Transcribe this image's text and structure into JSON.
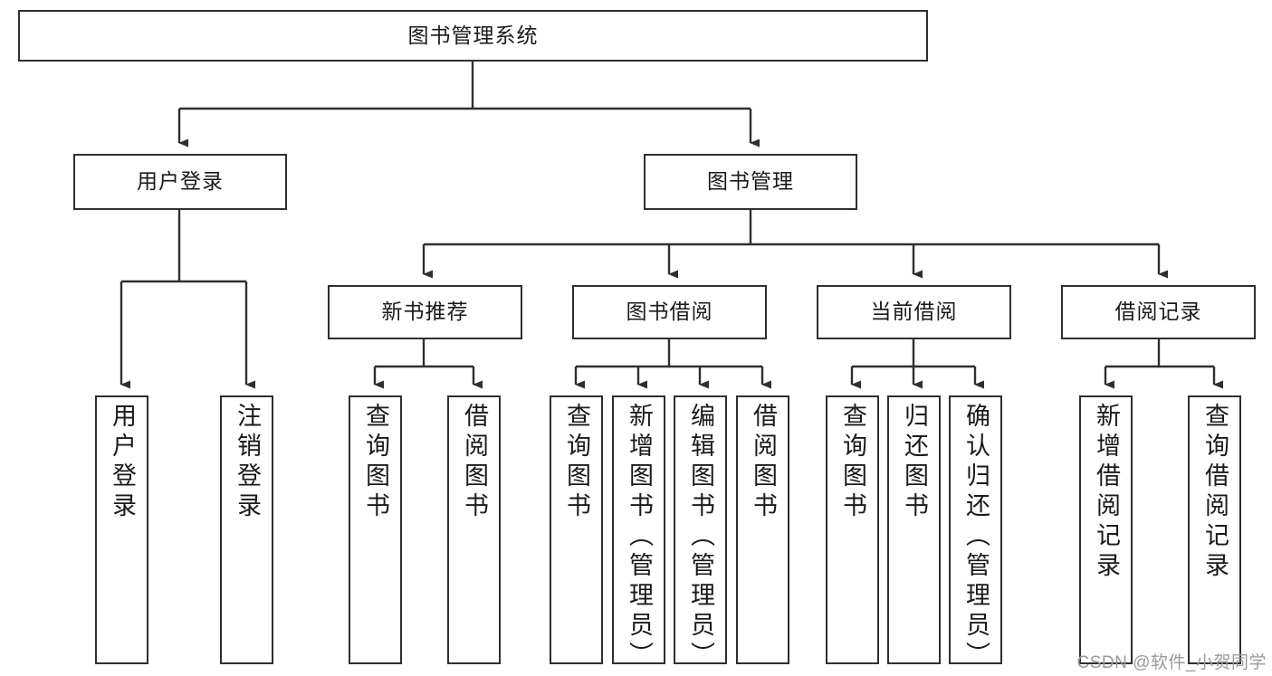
{
  "diagram": {
    "title": "图书管理系统",
    "type": "tree-hierarchy",
    "watermark": "CSDN @软件_小贺同学",
    "colors": {
      "box_border": "#2f2f2f",
      "box_fill": "#ffffff",
      "connector": "#2f2f2f",
      "text": "#1a1a1a",
      "watermark": "#9a9a9a"
    },
    "root": {
      "label": "图书管理系统"
    },
    "level2": [
      {
        "label": "用户登录"
      },
      {
        "label": "图书管理"
      }
    ],
    "level3": [
      {
        "label": "新书推荐"
      },
      {
        "label": "图书借阅"
      },
      {
        "label": "当前借阅"
      },
      {
        "label": "借阅记录"
      }
    ],
    "leaves": {
      "user_login": [
        {
          "label": "用户登录"
        },
        {
          "label": "注销登录"
        }
      ],
      "new_book_recommend": [
        {
          "label": "查询图书"
        },
        {
          "label": "借阅图书"
        }
      ],
      "book_borrow": [
        {
          "label": "查询图书"
        },
        {
          "label": "新增图书（管理员）"
        },
        {
          "label": "编辑图书（管理员）"
        },
        {
          "label": "借阅图书"
        }
      ],
      "current_borrow": [
        {
          "label": "查询图书"
        },
        {
          "label": "归还图书"
        },
        {
          "label": "确认归还（管理员）"
        }
      ],
      "borrow_record": [
        {
          "label": "新增借阅记录"
        },
        {
          "label": "查询借阅记录"
        }
      ]
    }
  }
}
